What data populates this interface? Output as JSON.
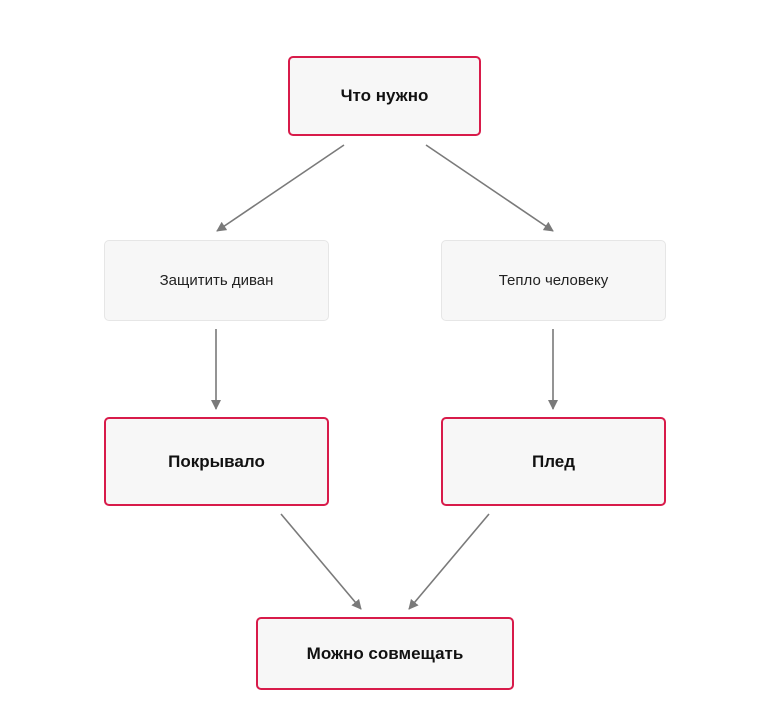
{
  "diagram": {
    "nodes": {
      "root": "Что нужно",
      "protect_sofa": "Защитить диван",
      "warm_person": "Тепло человеку",
      "cover": "Покрывало",
      "plaid": "Плед",
      "combine": "Можно совмещать"
    },
    "edges": [
      [
        "root",
        "protect_sofa"
      ],
      [
        "root",
        "warm_person"
      ],
      [
        "protect_sofa",
        "cover"
      ],
      [
        "warm_person",
        "plaid"
      ],
      [
        "cover",
        "combine"
      ],
      [
        "plaid",
        "combine"
      ]
    ],
    "colors": {
      "accent_border": "#d81b4a",
      "node_fill": "#f7f7f7",
      "edge": "#7a7a7a"
    }
  }
}
